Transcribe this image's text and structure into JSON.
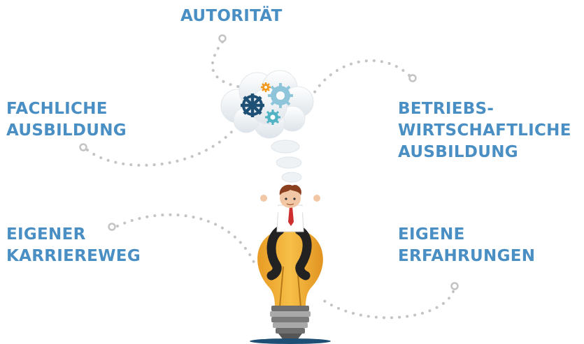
{
  "labels": {
    "top": [
      "AUTORITÄT"
    ],
    "left_top": [
      "FACHLICHE",
      "AUSBILDUNG"
    ],
    "right_top": [
      "BETRIEBS-",
      "WIRTSCHAFTLICHE",
      "AUSBILDUNG"
    ],
    "left_bottom": [
      "EIGENER",
      "KARRIEREWEG"
    ],
    "right_bottom": [
      "EIGENE",
      "ERFAHRUNGEN"
    ]
  },
  "colors": {
    "label_text": "#4a8fc4",
    "dots": "#c4c4c4",
    "bulb": "#f2b33a",
    "gear_dark": "#1e4f74",
    "gear_light": "#8fc5db",
    "gear_teal": "#4fb3c4",
    "gear_orange": "#f29a1f",
    "tie": "#cf2e2e",
    "hair": "#8a3f1e"
  },
  "icons": [
    "thought-cloud-icon",
    "gear-icon",
    "lightbulb-icon",
    "businessman-icon"
  ]
}
